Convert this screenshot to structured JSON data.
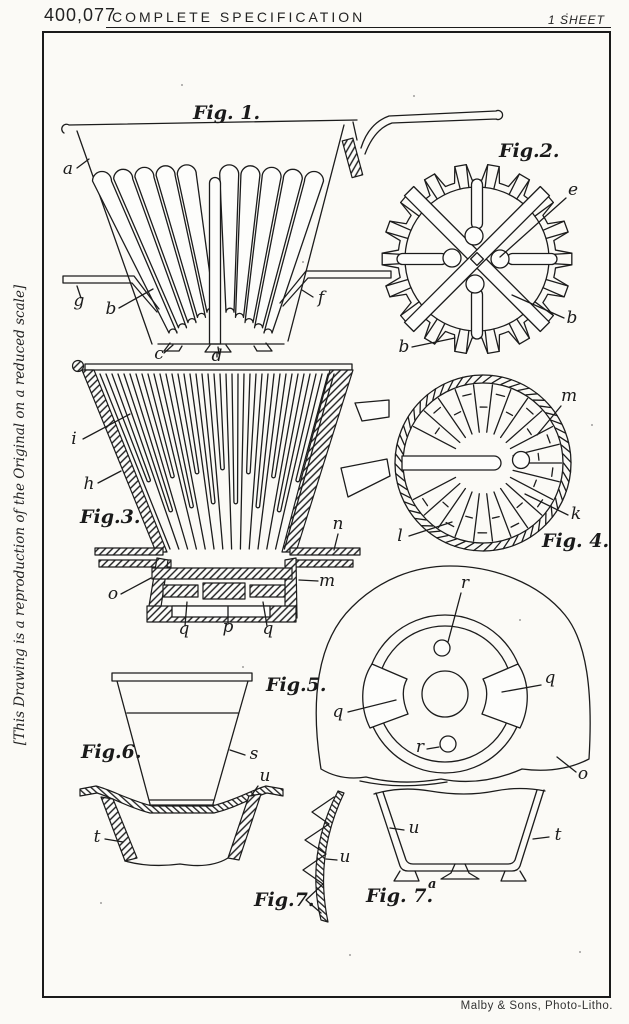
{
  "header": {
    "patent_number": "400,077",
    "title": "COMPLETE SPECIFICATION",
    "sheet": "1 SHEET"
  },
  "margin_note": "[This Drawing is a reproduction of the Original on a reduced scale]",
  "footer": {
    "printer": "Malby & Sons, Photo-Litho."
  },
  "figures": {
    "fig1": {
      "caption": "Fig. 1.",
      "labels": {
        "a": "a",
        "b": "b",
        "c": "c",
        "d": "d",
        "f": "f",
        "g": "g"
      }
    },
    "fig2": {
      "caption": "Fig.2.",
      "labels": {
        "e": "e",
        "b_left": "b",
        "b_right": "b"
      }
    },
    "fig3": {
      "caption": "Fig.3.",
      "labels": {
        "h": "h",
        "i": "i",
        "m": "m",
        "n": "n",
        "o": "o",
        "p": "p",
        "q_left": "q",
        "q_right": "q"
      }
    },
    "fig4": {
      "caption": "Fig. 4.",
      "labels": {
        "k": "k",
        "l": "l",
        "m": "m"
      }
    },
    "fig5": {
      "caption": "Fig.5.",
      "labels": {
        "o": "o",
        "q_left": "q",
        "q_right": "q",
        "r_top": "r",
        "r_bottom": "r"
      }
    },
    "fig6": {
      "caption": "Fig.6.",
      "labels": {
        "s": "s",
        "t": "t",
        "u": "u"
      }
    },
    "fig7": {
      "caption": "Fig.7.",
      "labels": {
        "u": "u"
      }
    },
    "fig7a": {
      "caption": "Fig. 7.",
      "caption_sup": "a",
      "labels": {
        "t": "t",
        "u": "u"
      }
    }
  }
}
